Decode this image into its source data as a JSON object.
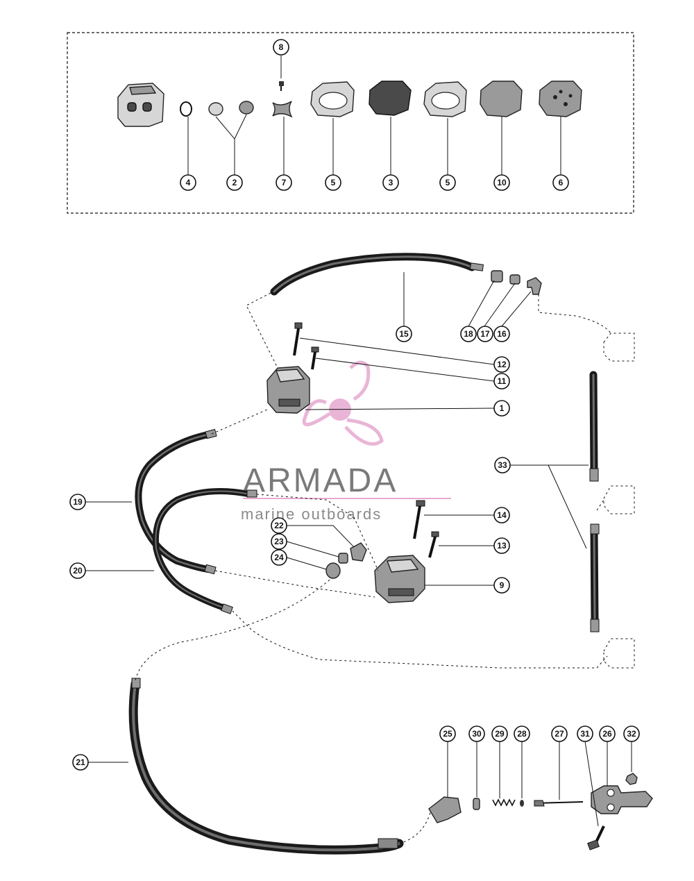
{
  "watermark": {
    "title": "ARMADA",
    "subtitle": "marine outboards",
    "color": "#e6a9cf"
  },
  "callouts": {
    "top": [
      "4",
      "2",
      "7",
      "8",
      "5",
      "3",
      "5",
      "10",
      "6"
    ],
    "main": [
      "15",
      "18",
      "17",
      "16",
      "12",
      "11",
      "1",
      "33",
      "19",
      "14",
      "22",
      "23",
      "24",
      "13",
      "20",
      "9",
      "21",
      "25",
      "30",
      "29",
      "28",
      "27",
      "31",
      "26",
      "32"
    ]
  }
}
